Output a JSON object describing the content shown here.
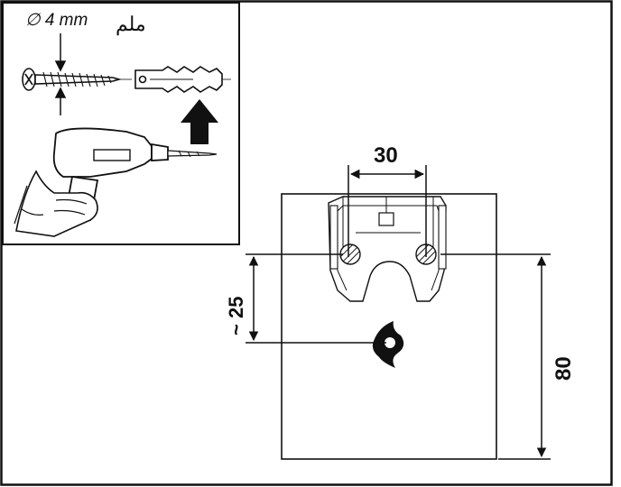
{
  "inset": {
    "drill_size_label": "∅ 4 mm",
    "drill_size_arabic": "ملم",
    "icons": [
      "screw-icon",
      "wall-plug-icon",
      "insert-arrow-icon",
      "drill-icon",
      "hand-icon"
    ]
  },
  "dimensions": {
    "hole_spacing": "30",
    "vertical_offset": "~ 25",
    "total_height": "80"
  },
  "colors": {
    "line": "#111111",
    "background": "#ffffff"
  }
}
